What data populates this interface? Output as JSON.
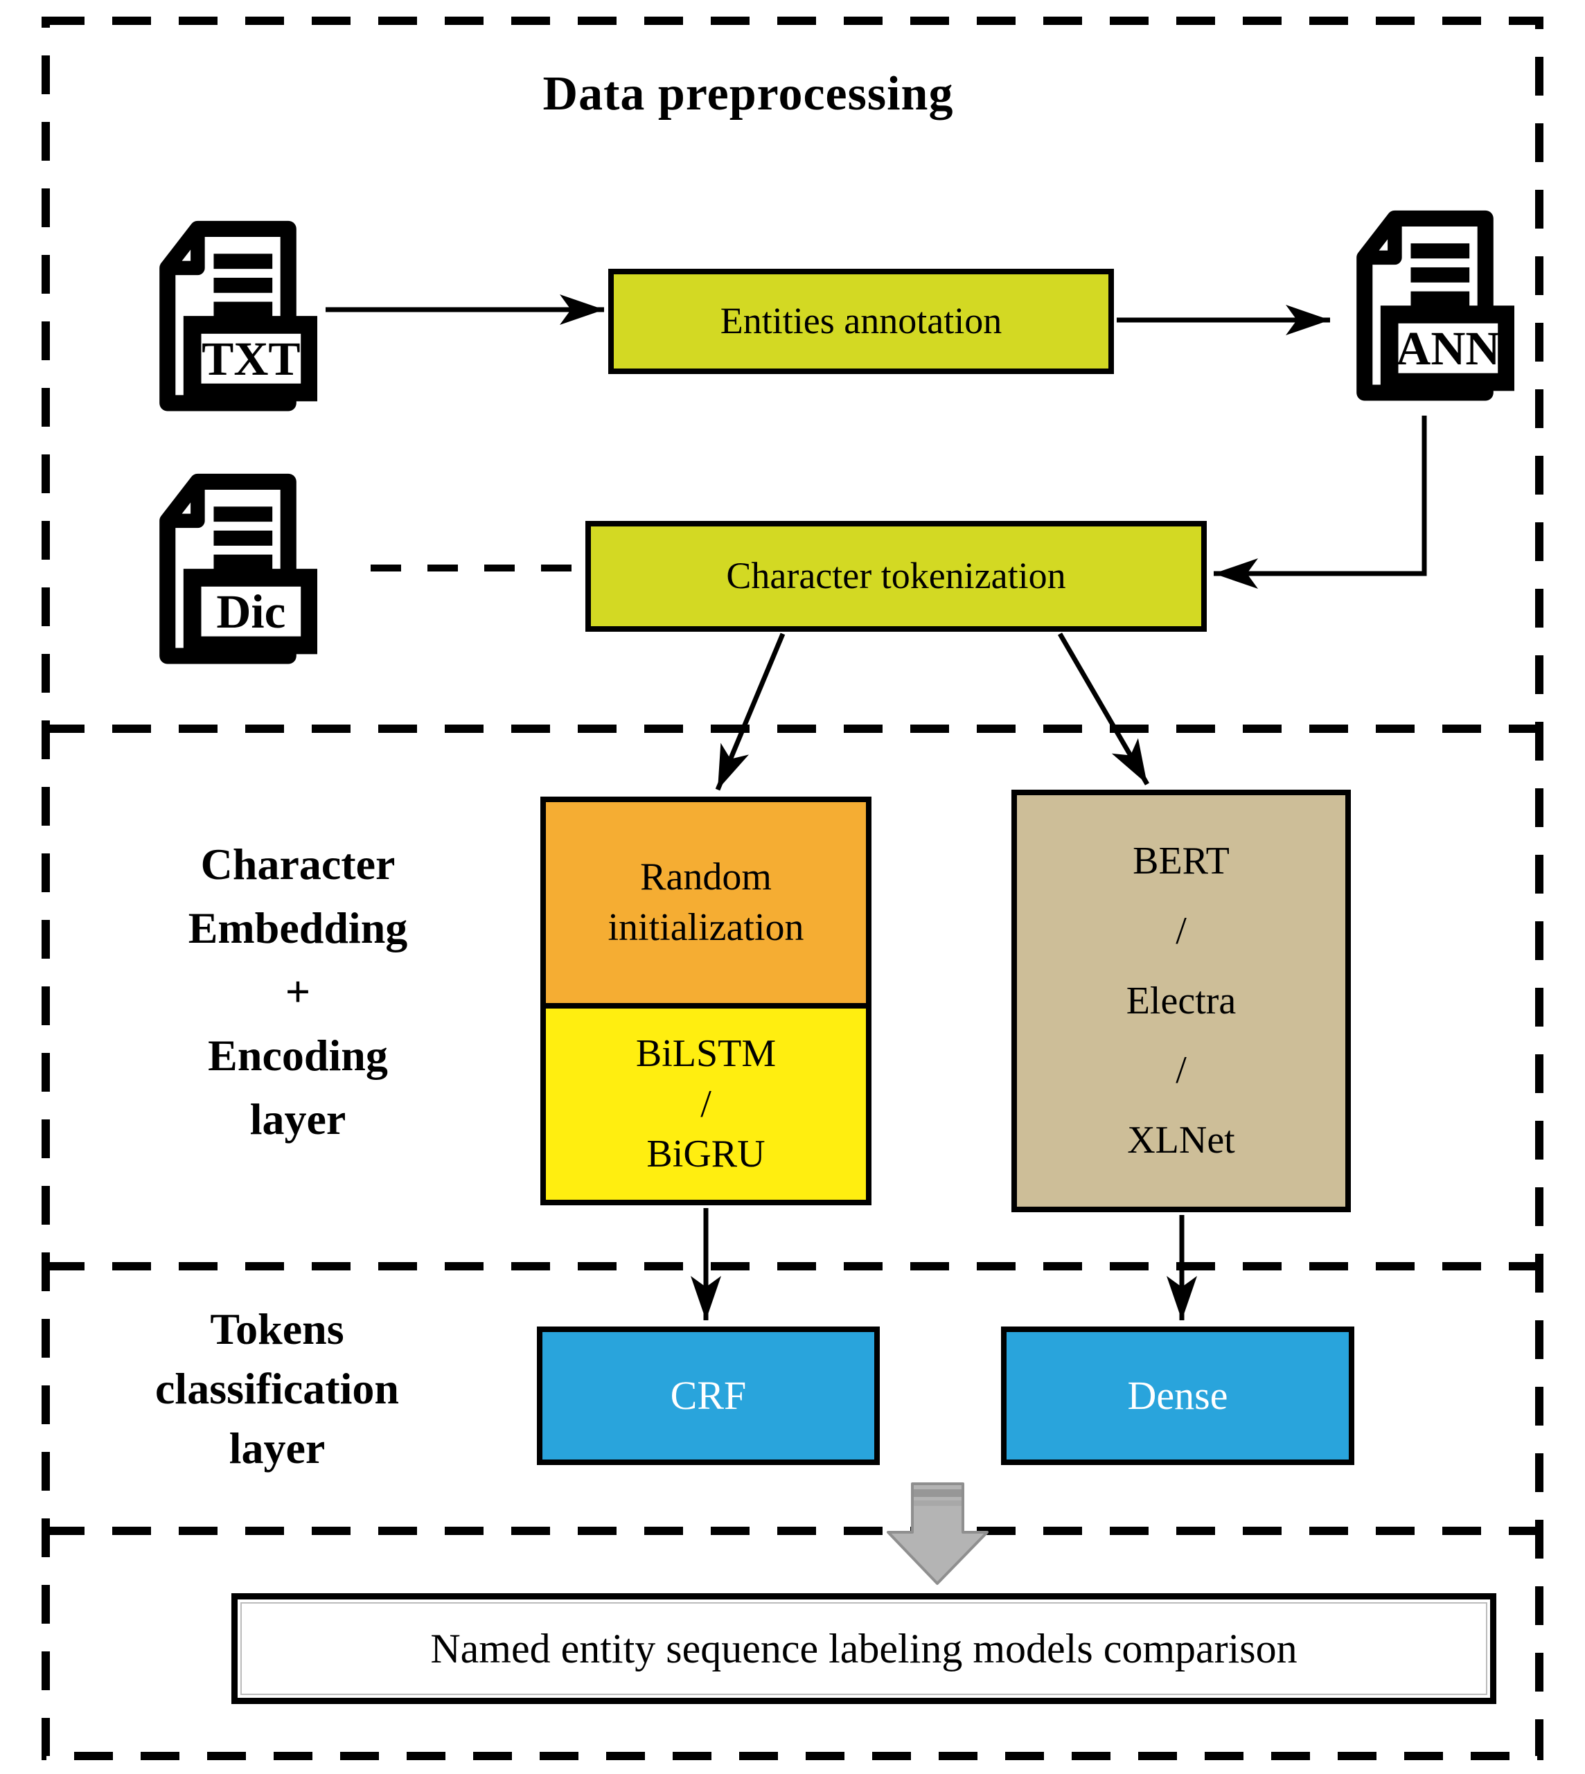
{
  "title": "Data preprocessing",
  "files": {
    "txt": "TXT",
    "ann": "ANN",
    "dic": "Dic"
  },
  "boxes": {
    "entities_annotation": "Entities annotation",
    "character_tokenization": "Character tokenization",
    "random_init": "Random\ninitialization",
    "rnn": "BiLSTM\n/\nBiGRU",
    "plm": "BERT\n/\nElectra\n/\nXLNet",
    "crf": "CRF",
    "dense": "Dense",
    "result": "Named entity sequence labeling models comparison"
  },
  "labels": {
    "embedding_layer": "Character\nEmbedding\n+\nEncoding\nlayer",
    "tokens_layer": "Tokens\nclassification\nlayer"
  },
  "colors": {
    "annotation_box": "#d3d923",
    "random_box": "#f5ad33",
    "rnn_box": "#ffee10",
    "plm_box": "#cdbe98",
    "classifier_box": "#29a4dc",
    "classifier_text": "#ffffff",
    "gray_arrow": "#b4b4b4",
    "line": "#000000"
  }
}
